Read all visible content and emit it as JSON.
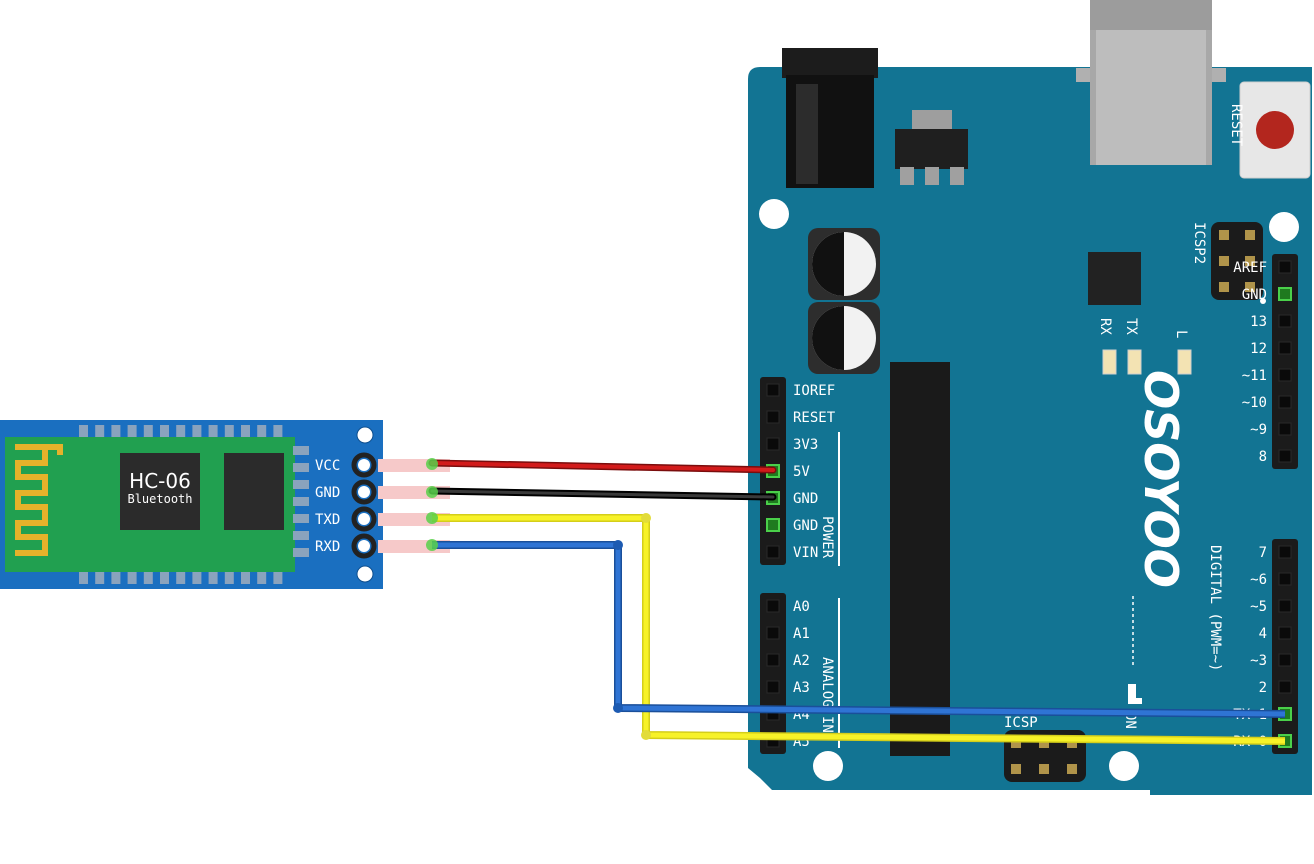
{
  "hc06": {
    "title": "HC-06",
    "subtitle": "Bluetooth",
    "pins": [
      "VCC",
      "GND",
      "TXD",
      "RXD"
    ]
  },
  "board": {
    "reset_label": "RESET",
    "icsp2_label": "ICSP2",
    "icsp_label": "ICSP",
    "logo_text": "OSOYOO",
    "led_labels": [
      "RX",
      "TX",
      "L"
    ],
    "power_header": [
      "IOREF",
      "RESET",
      "3V3",
      "5V",
      "GND",
      "GND",
      "VIN"
    ],
    "power_group_label": "POWER",
    "analog_header": [
      "A0",
      "A1",
      "A2",
      "A3",
      "A4",
      "A5"
    ],
    "analog_group_label": "ANALOG IN",
    "digital_header_top": [
      "AREF",
      "GND",
      "13",
      "12",
      "~11",
      "~10",
      "~9",
      "8"
    ],
    "digital_header_bottom": [
      "7",
      "~6",
      "~5",
      "4",
      "~3",
      "2",
      "TX→1",
      "RX←0"
    ],
    "digital_group_label": "DIGITAL (PWM=~)",
    "on_label": "ON"
  },
  "wires": [
    {
      "name": "vcc-wire",
      "from": "VCC",
      "to": "5V",
      "color": "#cc1a1a"
    },
    {
      "name": "gnd-wire",
      "from": "GND",
      "to": "GND",
      "color": "#222222"
    },
    {
      "name": "txd-wire",
      "from": "TXD",
      "to": "RX←0",
      "color": "#f2ee1a"
    },
    {
      "name": "rxd-wire",
      "from": "RXD",
      "to": "TX→1",
      "color": "#2a6fd1"
    }
  ],
  "colors": {
    "board": "#127493",
    "module": "#1a6fc0",
    "pcb": "#21a050",
    "header": "#1b1b1b"
  }
}
